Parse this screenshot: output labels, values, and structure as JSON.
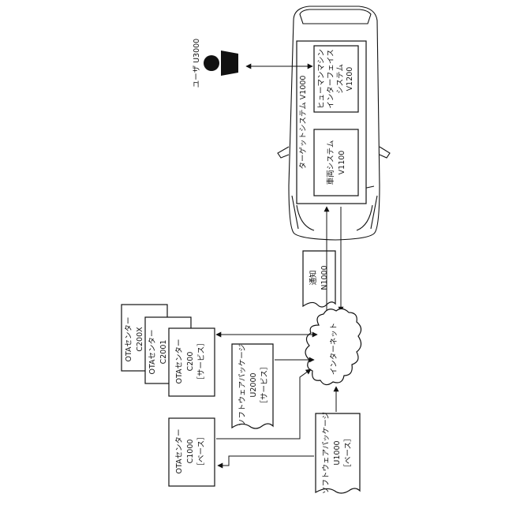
{
  "labels": {
    "user": "ユーザ U3000",
    "target_system": "ターゲットシステム V1000",
    "hmi_line1": "ヒューマンマシン",
    "hmi_line2": "インターフェイス",
    "hmi_line3": "システム",
    "hmi_line4": "V1200",
    "vehicle_line1": "車両システム",
    "vehicle_line2": "V1100",
    "notice_line1": "通知",
    "notice_line2": "N1000",
    "internet": "インターネット",
    "ota_c200x_line1": "OTAセンター",
    "ota_c200x_line2": "C200X",
    "ota_c2001_line1": "OTAセンター",
    "ota_c2001_line2": "C2001",
    "ota_c200_line1": "OTAセンター",
    "ota_c200_line2": "C200",
    "ota_c200_line3": "［サービス］",
    "pkg_u2000_line1": "ソフトウェアパッケージ",
    "pkg_u2000_line2": "U2000",
    "pkg_u2000_line3": "［サービス］",
    "ota_c1000_line1": "OTAセンター",
    "ota_c1000_line2": "C1000",
    "ota_c1000_line3": "［ベース］",
    "pkg_u1000_line1": "ソフトウェアパッケージ",
    "pkg_u1000_line2": "U1000",
    "pkg_u1000_line3": "［ベース］"
  }
}
